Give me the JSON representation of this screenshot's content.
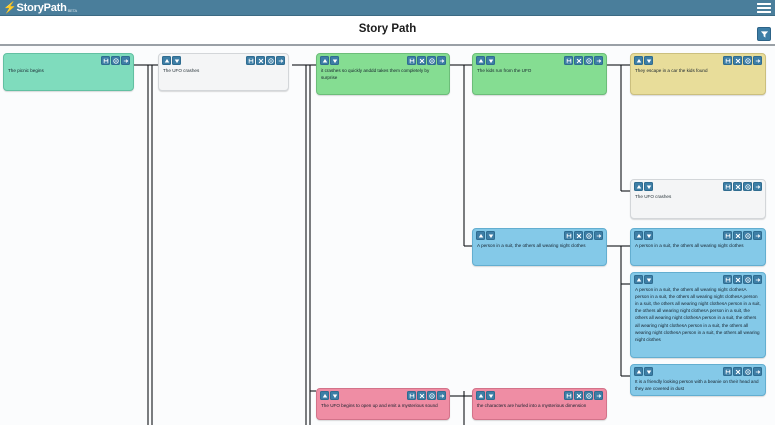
{
  "app": {
    "brand": "StoryPath",
    "brand_suffix": "BETA",
    "bolt_glyph": "⚡",
    "menu_icon": "hamburger-menu-icon",
    "title": "Story Path",
    "filter_icon": "filter-funnel-icon",
    "accent_color": "#4a7e9b",
    "button_color": "#3d7ea6"
  },
  "node_tools": {
    "move_up": "move-up",
    "move_down": "move-down",
    "save": "save",
    "delete": "delete",
    "settings": "settings",
    "next": "next"
  },
  "nodes": [
    {
      "id": "n1",
      "text": "The picnic begins",
      "color": "mint",
      "tools_left": [],
      "tools_right": [
        "save",
        "settings",
        "next"
      ]
    },
    {
      "id": "n2",
      "text": "The UFO crashes",
      "color": "plain",
      "tools_left": [
        "move_up",
        "move_down"
      ],
      "tools_right": [
        "save",
        "delete",
        "settings",
        "next"
      ]
    },
    {
      "id": "n3",
      "text": "it crashes so quickly anddd takes them completely by surprise",
      "color": "green",
      "tools_left": [
        "move_up",
        "move_down"
      ],
      "tools_right": [
        "save",
        "delete",
        "settings",
        "next"
      ]
    },
    {
      "id": "n4",
      "text": "The kids run from the UFO",
      "color": "green",
      "tools_left": [
        "move_up",
        "move_down"
      ],
      "tools_right": [
        "save",
        "delete",
        "settings",
        "next"
      ]
    },
    {
      "id": "n5",
      "text": "They escape in a car the kids found",
      "color": "yellow",
      "tools_left": [
        "move_up",
        "move_down"
      ],
      "tools_right": [
        "save",
        "delete",
        "settings",
        "next"
      ]
    },
    {
      "id": "n6",
      "text": "The UFO crashes",
      "color": "plain",
      "tools_left": [
        "move_up",
        "move_down"
      ],
      "tools_right": [
        "save",
        "delete",
        "settings",
        "next"
      ]
    },
    {
      "id": "n7",
      "text": "A person in a suit, the others all wearing night clothes",
      "color": "blue",
      "tools_left": [
        "move_up",
        "move_down"
      ],
      "tools_right": [
        "save",
        "delete",
        "settings",
        "next"
      ]
    },
    {
      "id": "n8",
      "text": "A person in a suit, the others all wearing night clothes",
      "color": "blue",
      "tools_left": [
        "move_up",
        "move_down"
      ],
      "tools_right": [
        "save",
        "delete",
        "settings",
        "next"
      ]
    },
    {
      "id": "n9",
      "text": "A person in a suit, the others all wearing night clothesA person in a suit, the others all wearing night clothesA person in a suit, the others all wearing night clothesA person in a suit, the others all wearing night clothesA person in a suit, the others all wearing night clothesA person in a suit, the others all wearing night clothesA person in a suit, the others all wearing night clothesA person in a suit, the others all wearing night clothes",
      "color": "blue",
      "tools_left": [
        "move_up",
        "move_down"
      ],
      "tools_right": [
        "save",
        "delete",
        "settings",
        "next"
      ]
    },
    {
      "id": "n10",
      "text": "It is a friendly looking person with a beanie on their head and they are covered in dust",
      "color": "blue",
      "tools_left": [
        "move_up",
        "move_down"
      ],
      "tools_right": [
        "save",
        "delete",
        "settings",
        "next"
      ]
    },
    {
      "id": "n11",
      "text": "The UFO begins to open up and emit a mysterious sound",
      "color": "pink",
      "tools_left": [
        "move_up",
        "move_down"
      ],
      "tools_right": [
        "save",
        "delete",
        "settings",
        "next"
      ]
    },
    {
      "id": "n12",
      "text": "the characters are hurled into a mysterious dimension",
      "color": "pink",
      "tools_left": [
        "move_up",
        "move_down"
      ],
      "tools_right": [
        "save",
        "delete",
        "settings",
        "next"
      ]
    }
  ]
}
